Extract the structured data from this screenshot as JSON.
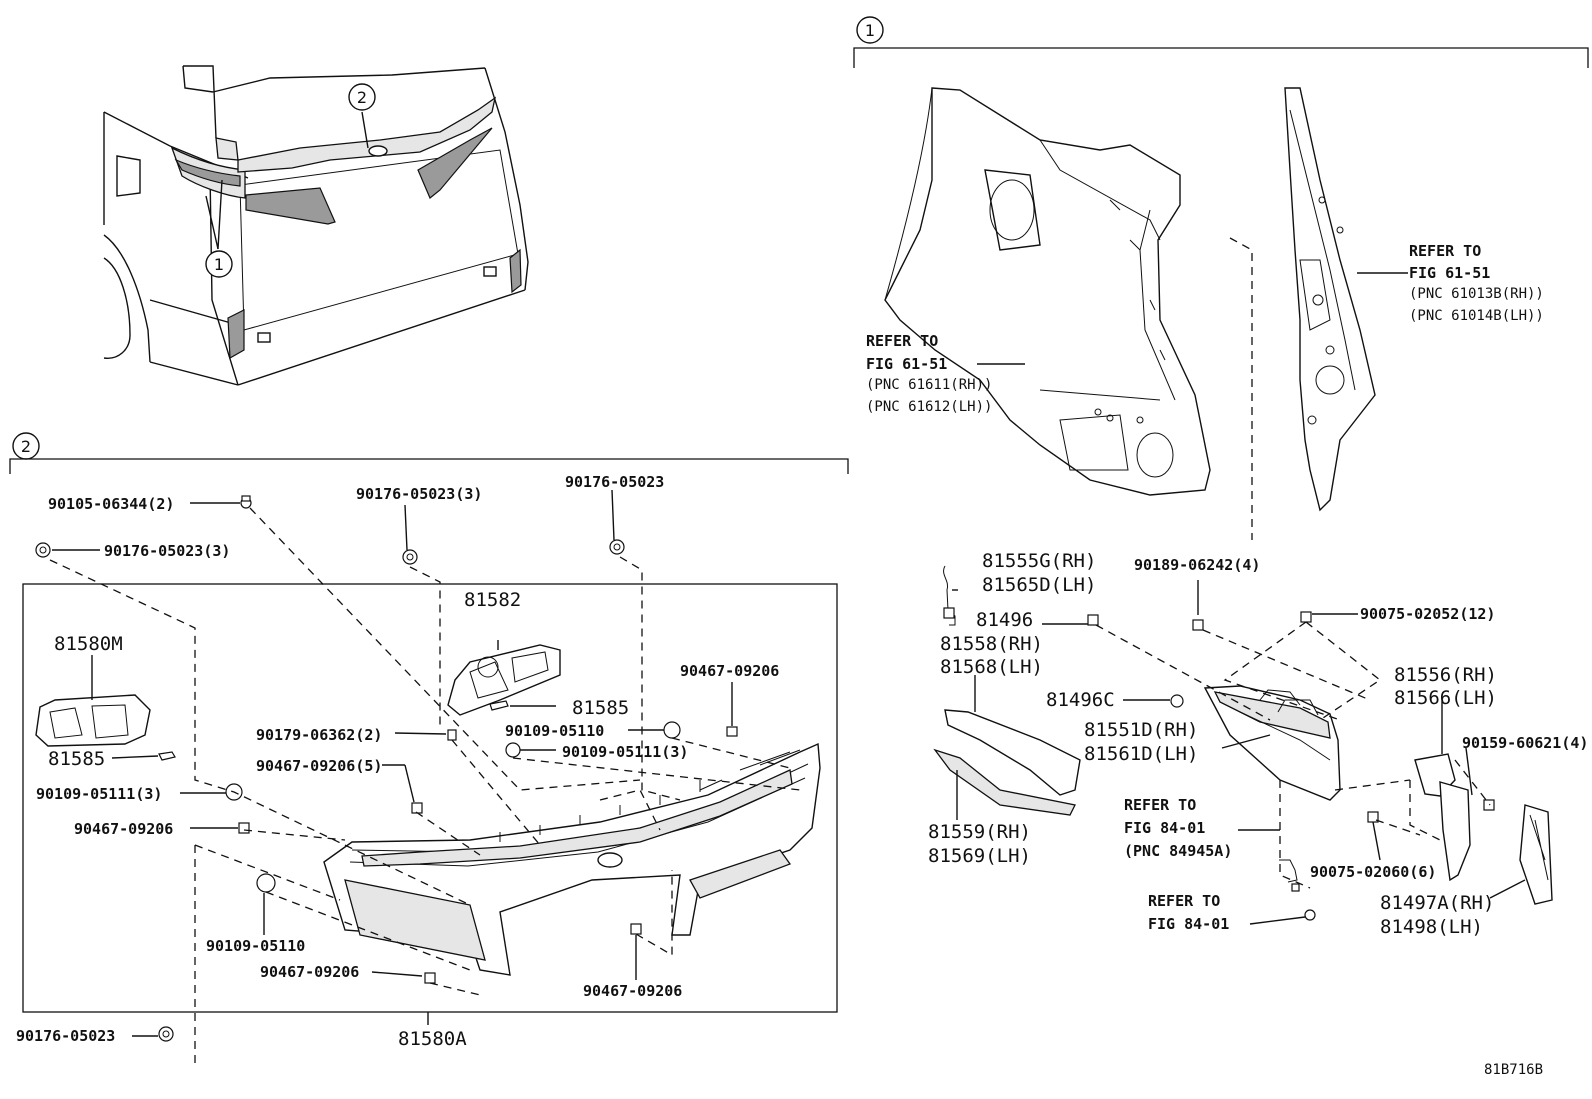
{
  "diagram_id": "81B716B",
  "callouts": {
    "one": "1",
    "two": "2"
  },
  "section2_labels": {
    "p90105_06344": "90105-06344(2)",
    "p90176_05023_3a": "90176-05023(3)",
    "p90176_05023_3b": "90176-05023(3)",
    "p90176_05023_top": "90176-05023",
    "p90176_05023_bottom": "90176-05023",
    "p81582": "81582",
    "p81580M": "81580M",
    "p81585_left": "81585",
    "p81585_right": "81585",
    "p90467_09206_tr": "90467-09206",
    "p90179_06362": "90179-06362(2)",
    "p90109_05110_top": "90109-05110",
    "p90109_05111_3_mid": "90109-05111(3)",
    "p90467_09206_5": "90467-09206(5)",
    "p90109_05111_3_left": "90109-05111(3)",
    "p90467_09206_left": "90467-09206",
    "p90109_05110_bottom": "90109-05110",
    "p90467_09206_bottom": "90467-09206",
    "p90467_09206_br": "90467-09206",
    "p81580A": "81580A"
  },
  "section1_labels": {
    "refer_left_1": "REFER TO",
    "refer_left_2": "FIG 61-51",
    "refer_left_3": "(PNC 61611(RH))",
    "refer_left_4": "(PNC 61612(LH))",
    "refer_right_1": "REFER TO",
    "refer_right_2": "FIG 61-51",
    "refer_right_3": "(PNC 61013B(RH))",
    "refer_right_4": "(PNC 61014B(LH))",
    "p81555G": "81555G(RH)",
    "p81565D": "81565D(LH)",
    "p90189_06242": "90189-06242(4)",
    "p81496": "81496",
    "p90075_02052": "90075-02052(12)",
    "p81558": "81558(RH)",
    "p81568": "81568(LH)",
    "p81556": "81556(RH)",
    "p81566": "81566(LH)",
    "p81496C": "81496C",
    "p81551D": "81551D(RH)",
    "p81561D": "81561D(LH)",
    "p90159_60621": "90159-60621(4)",
    "refer_mid_1": "REFER TO",
    "refer_mid_2": "FIG 84-01",
    "refer_mid_3": "(PNC 84945A)",
    "p81559": "81559(RH)",
    "p81569": "81569(LH)",
    "p90075_02060": "90075-02060(6)",
    "refer_bot_1": "REFER TO",
    "refer_bot_2": "FIG 84-01",
    "p81497A": "81497A(RH)",
    "p81498": "81498(LH)"
  },
  "colors": {
    "ink": "#111111",
    "paper": "#ffffff",
    "shade": "#9a9a9a"
  }
}
